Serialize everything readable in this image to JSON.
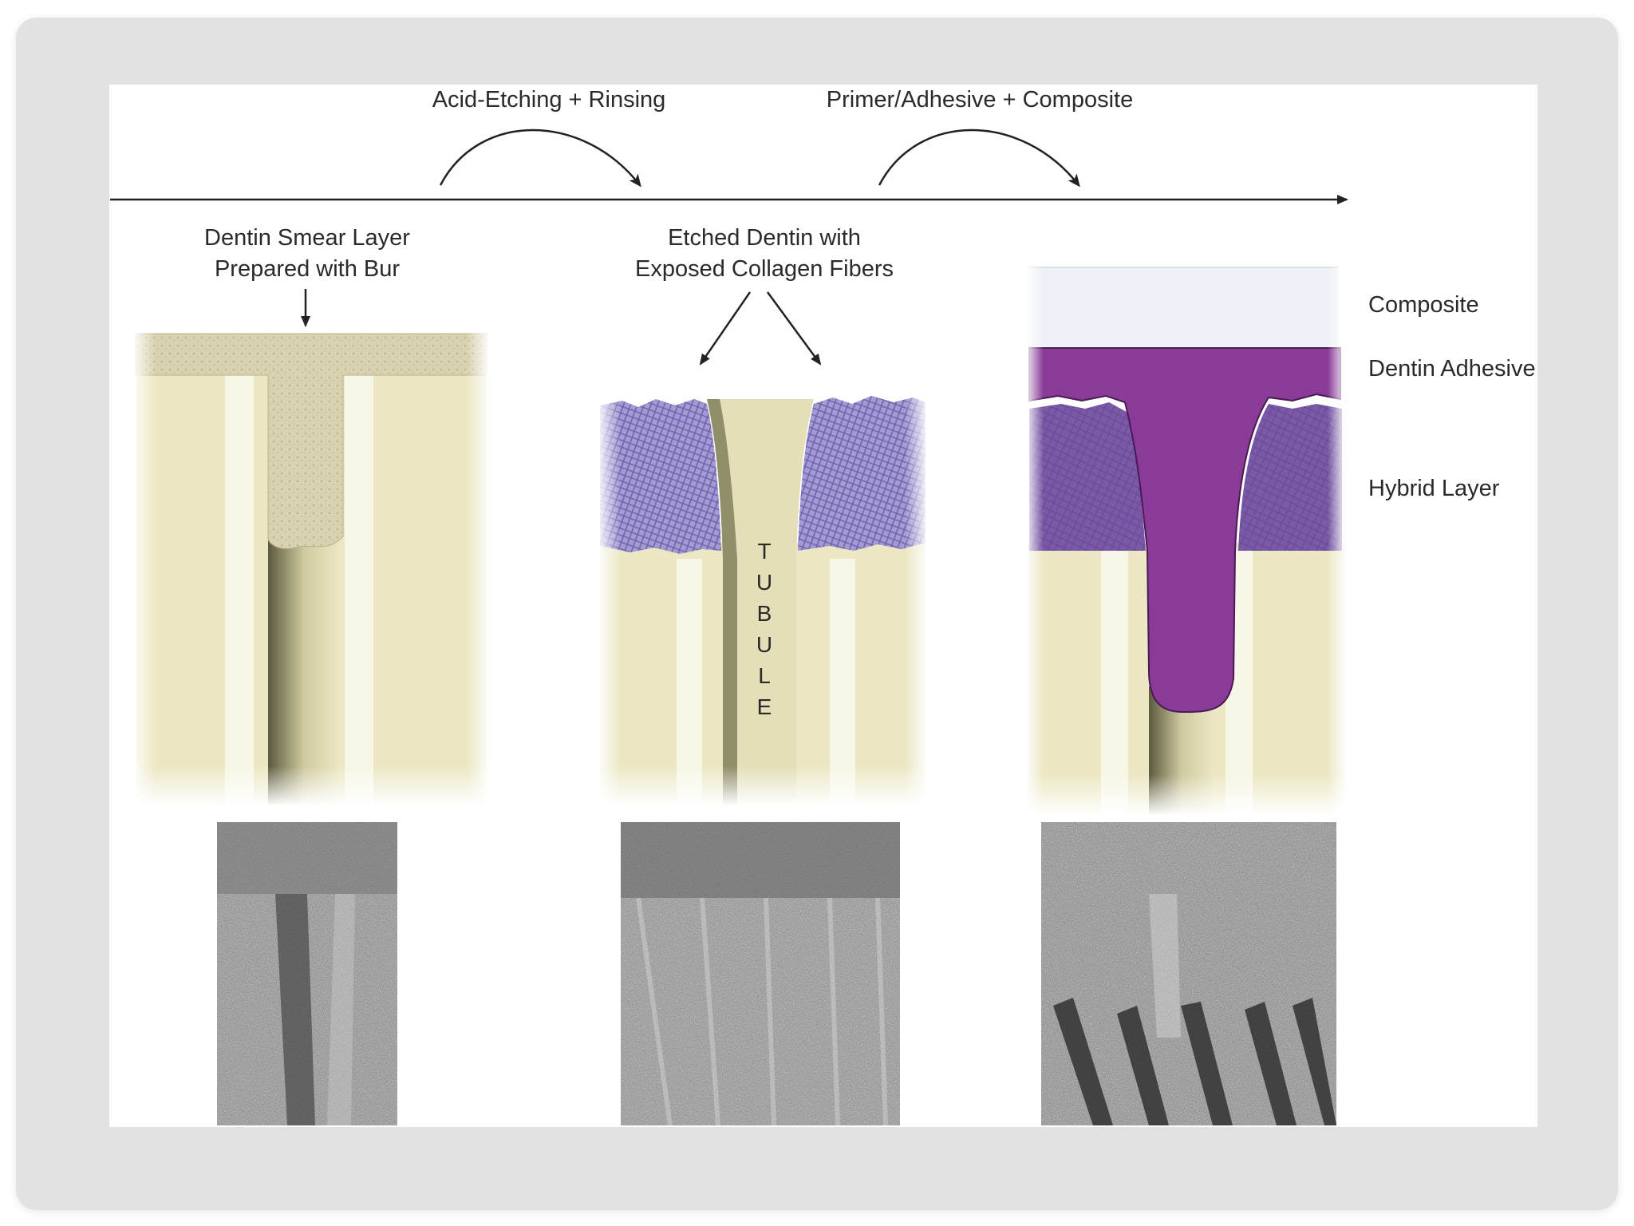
{
  "steps": {
    "step1_label": "Acid-Etching + Rinsing",
    "step2_label": "Primer/Adhesive + Composite"
  },
  "stage1": {
    "title_line1": "Dentin Smear Layer",
    "title_line2": "Prepared with Bur"
  },
  "stage2": {
    "title_line1": "Etched Dentin with",
    "title_line2": "Exposed Collagen Fibers",
    "tubule_letters": [
      "T",
      "U",
      "B",
      "U",
      "L",
      "E"
    ]
  },
  "stage3": {
    "label_composite": "Composite",
    "label_adhesive": "Dentin Adhesive",
    "label_hybrid": "Hybrid Layer"
  },
  "colors": {
    "frame": "#e2e2e2",
    "dentin": "#ece8c4",
    "smear": "#d9d2b0",
    "collagen": "#8a82c4",
    "adhesive": "#8a3a97",
    "hybrid": "#7a5aa8",
    "composite": "#eef1f7"
  }
}
